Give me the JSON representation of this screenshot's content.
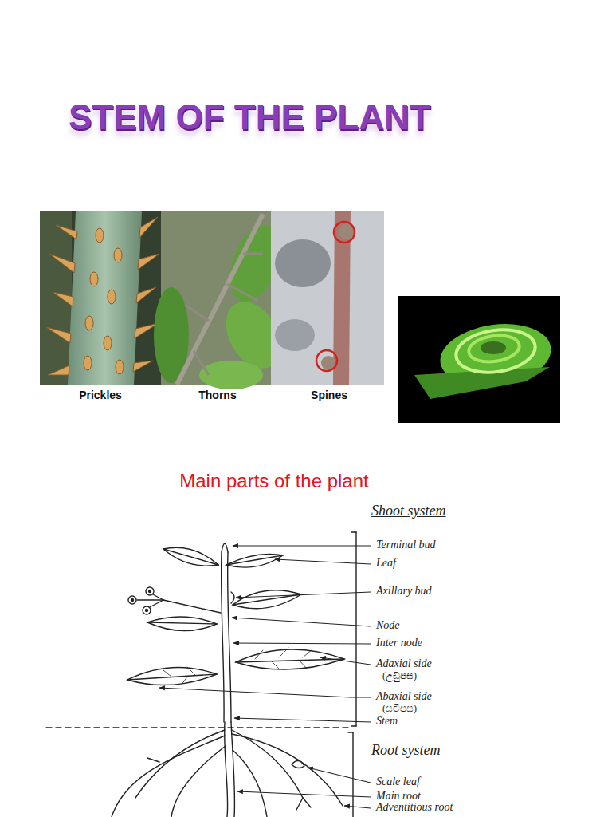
{
  "diagram": {
    "title": "STEM OF THE PLANT",
    "labels": [
      "Prickles",
      "Thorns",
      "Spines",
      "Main parts of the plant",
      "Shoot system",
      "Terminal bud",
      "Leaf",
      "Axillary bud",
      "Node",
      "Inter node",
      "Adaxial side",
      "(උඩුපස)",
      "Abaxial side",
      "(යටිපස)",
      "Stem",
      "Root system",
      "Scale leaf",
      "Main root",
      "Adventitious root"
    ]
  }
}
